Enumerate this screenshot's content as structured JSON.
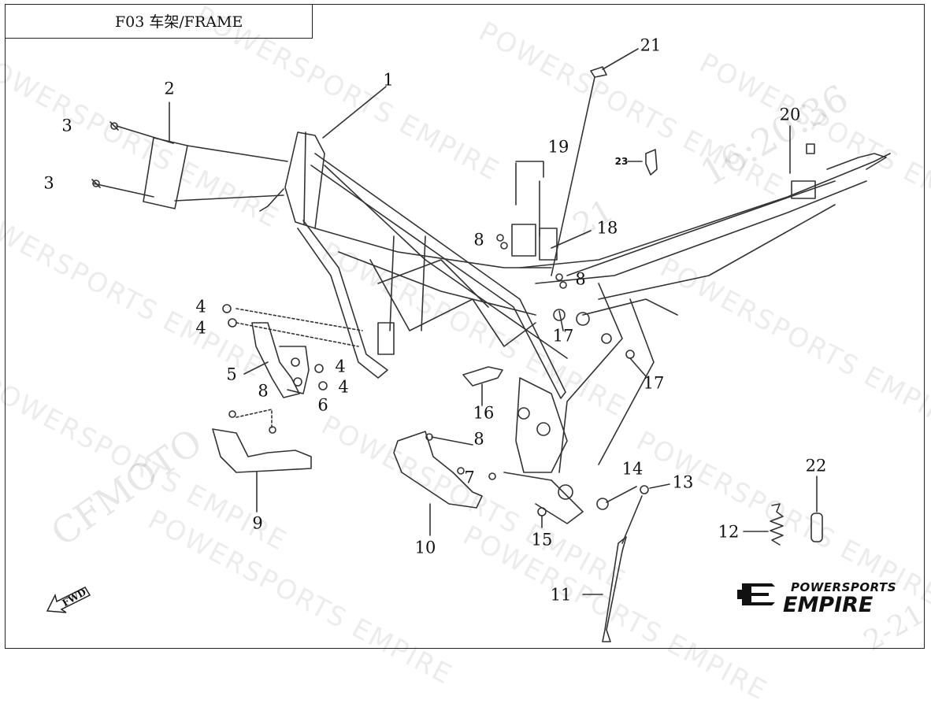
{
  "title": "F03 车架/FRAME",
  "watermark": {
    "text": "POWERSPORTS EMPIRE",
    "brand": "CFMOTO",
    "stamp": "16:20:36",
    "stamp_lower": "21",
    "stamp_corner": "2-21"
  },
  "callouts": [
    {
      "id": "1",
      "label": "1"
    },
    {
      "id": "2",
      "label": "2"
    },
    {
      "id": "3a",
      "label": "3"
    },
    {
      "id": "3b",
      "label": "3"
    },
    {
      "id": "4a",
      "label": "4"
    },
    {
      "id": "4b",
      "label": "4"
    },
    {
      "id": "4c",
      "label": "4"
    },
    {
      "id": "4d",
      "label": "4"
    },
    {
      "id": "5",
      "label": "5"
    },
    {
      "id": "6",
      "label": "6"
    },
    {
      "id": "7",
      "label": "7"
    },
    {
      "id": "8a",
      "label": "8"
    },
    {
      "id": "8b",
      "label": "8"
    },
    {
      "id": "8c",
      "label": "8"
    },
    {
      "id": "8d",
      "label": "8"
    },
    {
      "id": "9",
      "label": "9"
    },
    {
      "id": "10",
      "label": "10"
    },
    {
      "id": "11",
      "label": "11"
    },
    {
      "id": "12",
      "label": "12"
    },
    {
      "id": "13",
      "label": "13"
    },
    {
      "id": "14",
      "label": "14"
    },
    {
      "id": "15",
      "label": "15"
    },
    {
      "id": "16",
      "label": "16"
    },
    {
      "id": "17a",
      "label": "17"
    },
    {
      "id": "17b",
      "label": "17"
    },
    {
      "id": "18",
      "label": "18"
    },
    {
      "id": "19",
      "label": "19"
    },
    {
      "id": "20",
      "label": "20"
    },
    {
      "id": "21",
      "label": "21"
    },
    {
      "id": "22",
      "label": "22"
    },
    {
      "id": "23",
      "label": "23"
    }
  ],
  "fwd_label": "FWD",
  "logo": {
    "line1": "POWERSPORTS",
    "line2": "EMPIRE"
  }
}
